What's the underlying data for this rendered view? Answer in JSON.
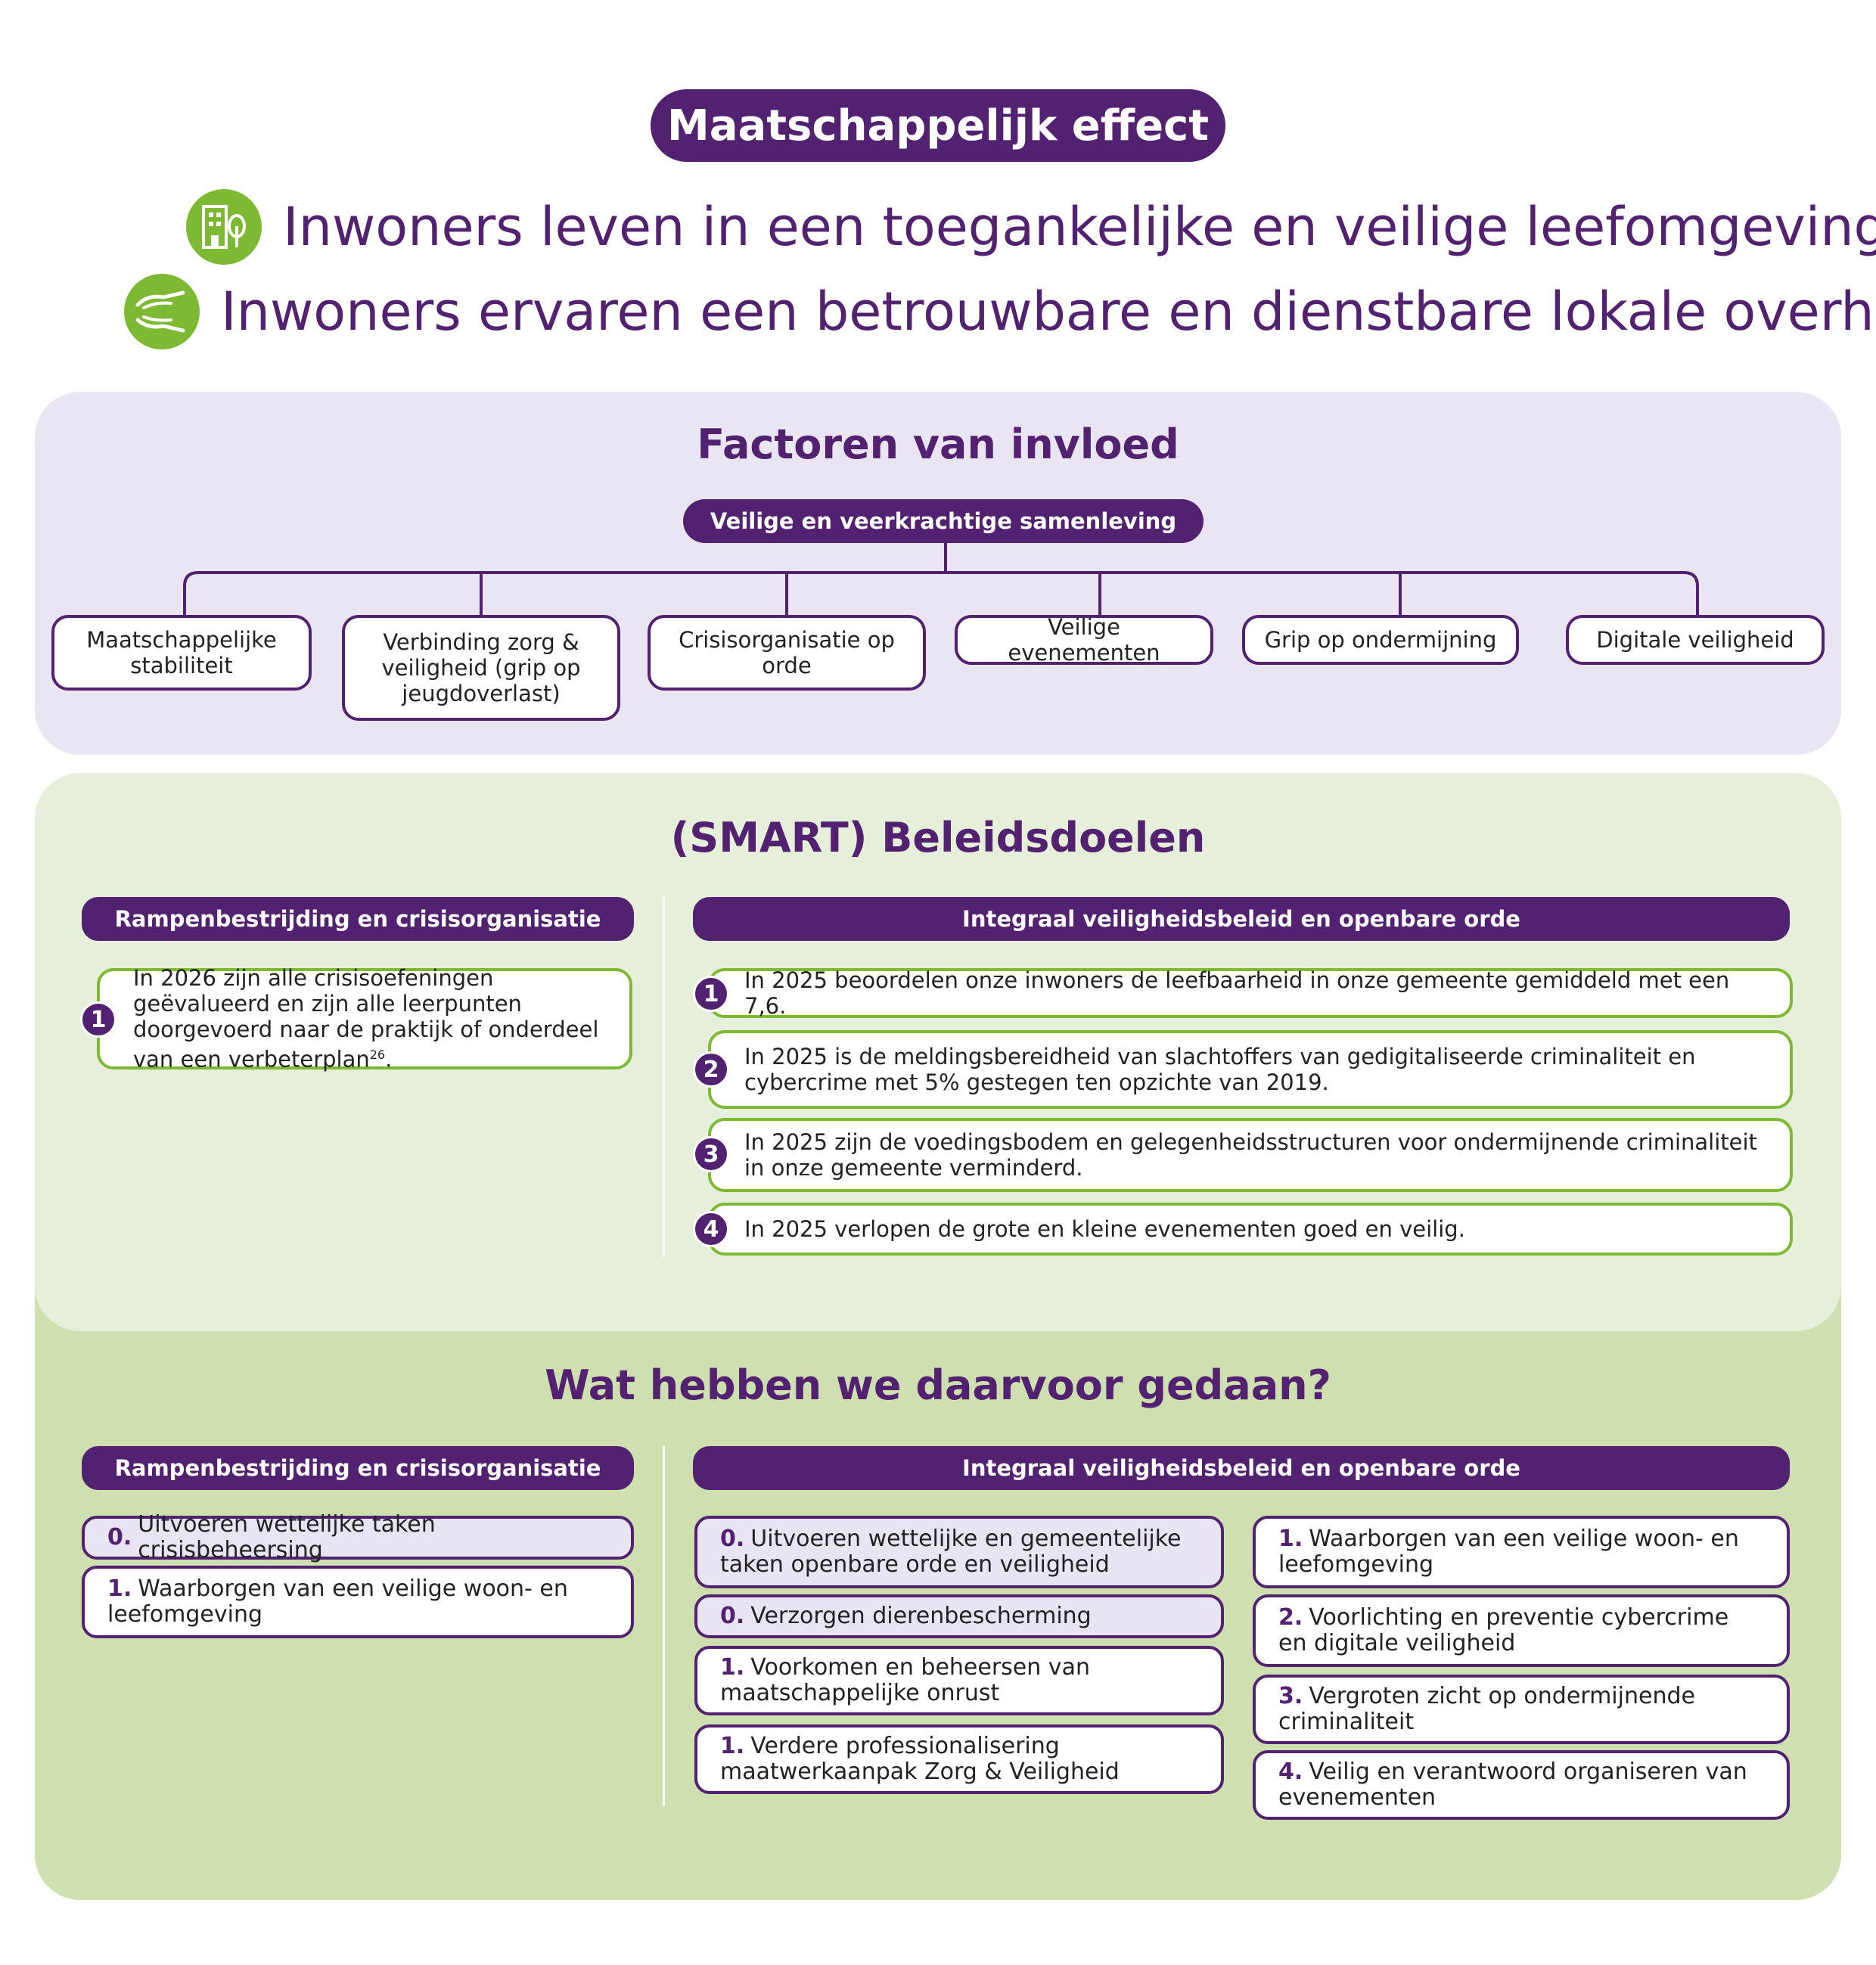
{
  "header": {
    "title": "Maatschappelijk effect",
    "effects": [
      {
        "icon": "city-tree-icon",
        "text": "Inwoners leven in een toegankelijke en veilige leefomgeving"
      },
      {
        "icon": "caring-hands-icon",
        "text": "Inwoners ervaren een betrouwbare en dienstbare lokale overheid"
      }
    ]
  },
  "factors": {
    "title": "Factoren van invloed",
    "root": "Veilige en veerkrachtige samenleving",
    "items": [
      "Maatschappelijke stabiliteit",
      "Verbinding zorg & veiligheid (grip op jeugdoverlast)",
      "Crisisorganisatie op orde",
      "Veilige evenementen",
      "Grip op ondermijning",
      "Digitale veiligheid"
    ]
  },
  "goals": {
    "title": "(SMART) Beleidsdoelen",
    "left": {
      "header": "Rampenbestrijding en crisisorganisatie",
      "items": [
        {
          "num": "1",
          "text": "In 2026 zijn alle crisisoefeningen geëvalueerd en zijn alle leerpunten doorgevoerd naar de praktijk of onderdeel van een verbeterplan",
          "footnote": "26",
          "suffix": "."
        }
      ]
    },
    "right": {
      "header": "Integraal veiligheidsbeleid en openbare orde",
      "items": [
        {
          "num": "1",
          "text": "In 2025 beoordelen onze inwoners de leefbaarheid in onze gemeente gemiddeld met een 7,6."
        },
        {
          "num": "2",
          "text": "In 2025 is de meldingsbereidheid van slachtoffers van gedigitaliseerde criminaliteit en cybercrime met 5% gestegen ten opzichte van 2019."
        },
        {
          "num": "3",
          "text": "In 2025 zijn de voedingsbodem en gelegenheidsstructuren voor ondermijnende criminaliteit in onze gemeente verminderd."
        },
        {
          "num": "4",
          "text": "In 2025 verlopen de grote en kleine evenementen goed en veilig."
        }
      ]
    }
  },
  "actions": {
    "title": "Wat hebben we daarvoor gedaan?",
    "left": {
      "header": "Rampenbestrijding en crisisorganisatie",
      "items": [
        {
          "num": "0.",
          "text": "Uitvoeren wettelijke taken crisisbeheersing"
        },
        {
          "num": "1.",
          "text": "Waarborgen van een veilige woon- en leefomgeving"
        }
      ]
    },
    "right": {
      "header": "Integraal veiligheidsbeleid en openbare orde",
      "col1": [
        {
          "num": "0.",
          "text": "Uitvoeren wettelijke en gemeentelijke taken openbare orde en veiligheid"
        },
        {
          "num": "0.",
          "text": "Verzorgen dierenbescherming"
        },
        {
          "num": "1.",
          "text": "Voorkomen en beheersen van maatschappelijke onrust"
        },
        {
          "num": "1.",
          "text": "Verdere professionalisering maatwerkaanpak Zorg & Veiligheid"
        }
      ],
      "col2": [
        {
          "num": "1.",
          "text": "Waarborgen van een veilige woon- en leefomgeving"
        },
        {
          "num": "2.",
          "text": "Voorlichting en preventie cybercrime en digitale veiligheid"
        },
        {
          "num": "3.",
          "text": "Vergroten zicht op ondermijnende criminaliteit"
        },
        {
          "num": "4.",
          "text": "Veilig en verantwoord organiseren van evenementen"
        }
      ]
    }
  },
  "colors": {
    "purple": "#52216f",
    "green": "#7db933",
    "lavender_panel": "#e9e5f2",
    "light_green_panel": "#e6efda",
    "mid_green_panel": "#cfe0b0",
    "light_box": "#e9e4f1"
  }
}
